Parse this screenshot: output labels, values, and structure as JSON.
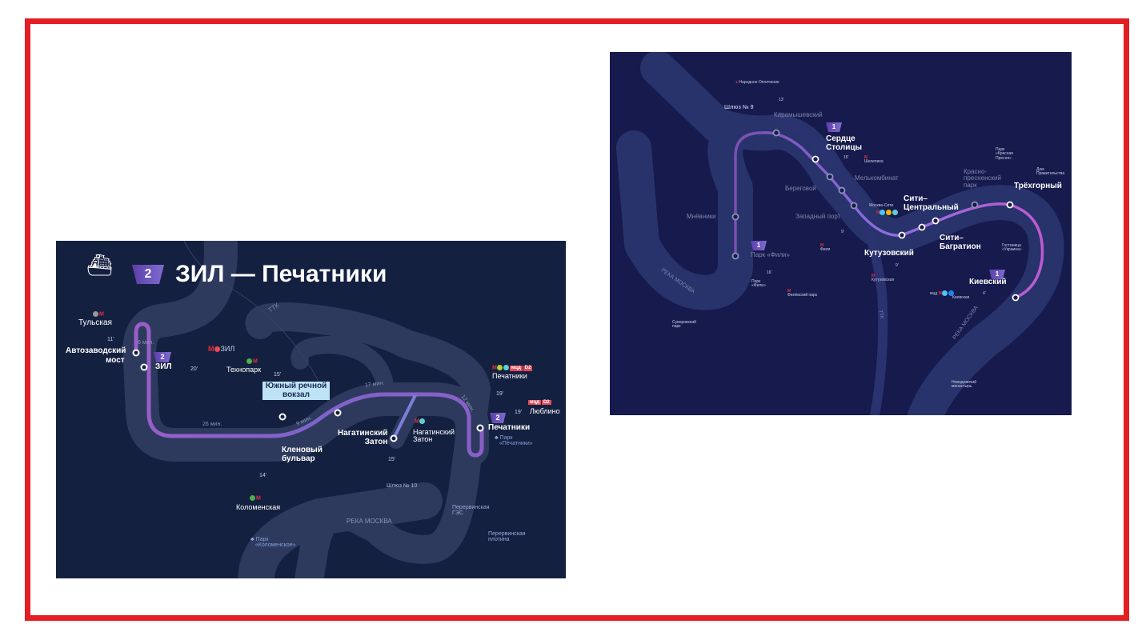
{
  "left_map": {
    "title": "ЗИЛ — Печатники",
    "line_number": "2",
    "icon": "electric-boat-icon",
    "ttk": "ТТК",
    "river": "РЕКА МОСКВА",
    "stations": {
      "avtozavodsky_1": "Автозаводский",
      "avtozavodsky_2": "мост",
      "zil": "ЗИЛ",
      "yuzhny": "Южный речной вокзал",
      "klenovy_1": "Кленовый",
      "klenovy_2": "бульвар",
      "nagatinsky_1": "Нагатинский",
      "nagatinsky_2": "Затон",
      "pechatniki": "Печатники"
    },
    "transfers": {
      "tulskaya": "Тульская",
      "tulskaya_line": "9",
      "zil_metro": "ЗИЛ",
      "tekhnopark": "Технопарк",
      "tekhnopark_line": "2",
      "nagatinsky_metro_1": "Нагатинский",
      "nagatinsky_metro_2": "Затон",
      "nagatinsky_line": "11",
      "kolomenskaya": "Коломенская",
      "kolomenskaya_line": "2",
      "pechatniki_metro": "Печатники",
      "pechatniki_lines": [
        "10",
        "11"
      ],
      "lublino": "Люблино",
      "mcd": "мцд",
      "d2": "D2",
      "metro": "М"
    },
    "times": {
      "t11": "11'",
      "t6": "6 мин.",
      "t20": "20'",
      "t15a": "15'",
      "t17": "17 мин.",
      "t12": "12 мин.",
      "t26": "26 мин.",
      "t9": "9 мин.",
      "t15b": "15'",
      "t14": "14'",
      "t19a": "19'",
      "t19b": "19'"
    },
    "landmarks": {
      "park_pechatniki_1": "Парк",
      "park_pechatniki_2": "«Печатники»",
      "shluz": "Шлюз № 10",
      "ges_1": "Перервинская",
      "ges_2": "ГЭС",
      "plotina_1": "Перервинская",
      "plotina_2": "плотина",
      "park_kolomenskoe_1": "Парк",
      "park_kolomenskoe_2": "«Коломенское»"
    }
  },
  "right_map": {
    "line_number": "1",
    "ttk": "ТТК",
    "river": "РЕКА МОСКВА",
    "stations": {
      "karamyshevsky": "Карамышевский",
      "serdtse_1": "Сердце",
      "serdtse_2": "Столицы",
      "melkombinat": "Мелькомбинат",
      "beregovoy": "Береговой",
      "mnevniki": "Мнёвники",
      "zapadny": "Западный порт",
      "park_fili": "Парк «Фили»",
      "siti_c_1": "Сити–",
      "siti_c_2": "Центральный",
      "siti_b_1": "Сити–",
      "siti_b_2": "Багратион",
      "kutuzovsky": "Кутузовский",
      "krasnopresnensky_1": "Красно-",
      "krasnopresnensky_2": "пресненский",
      "krasnopresnensky_3": "парк",
      "trekhgorny": "Трёхгорный",
      "kievsky": "Киевский"
    },
    "transfers": {
      "narodnoe": "Народное Ополчение",
      "shelepikha": "Шелепиха",
      "fili": "Фили",
      "filevsky": "Филёвский парк",
      "kutuzovskaya": "Кутузовская",
      "kievskaya": "Киевская",
      "moskva_siti": "Москва-Сити",
      "mcd": "мцд",
      "metro": "М"
    },
    "times": {
      "t13": "13'",
      "t15": "15'",
      "t9a": "9'",
      "t16": "16'",
      "t9b": "9'",
      "t4": "4'"
    },
    "landmarks": {
      "shluz": "Шлюз № 9",
      "park_fili_small_1": "Парк",
      "park_fili_small_2": "«Фили»",
      "suvorovsky_1": "Суворовский",
      "suvorovsky_2": "парк",
      "krasnaya_presnya": "Парк «Красная Пресня»",
      "dom_1": "Дом",
      "dom_2": "Правительства",
      "ukraina_1": "Гостиница",
      "ukraina_2": "«Украина»",
      "novodevichy_1": "Новодевичий",
      "novodevichy_2": "монастырь"
    }
  },
  "colors": {
    "frame": "#e31e24",
    "route": "#8a5fc8",
    "river": "#2d3a5e",
    "metro": "#e42f3c"
  }
}
